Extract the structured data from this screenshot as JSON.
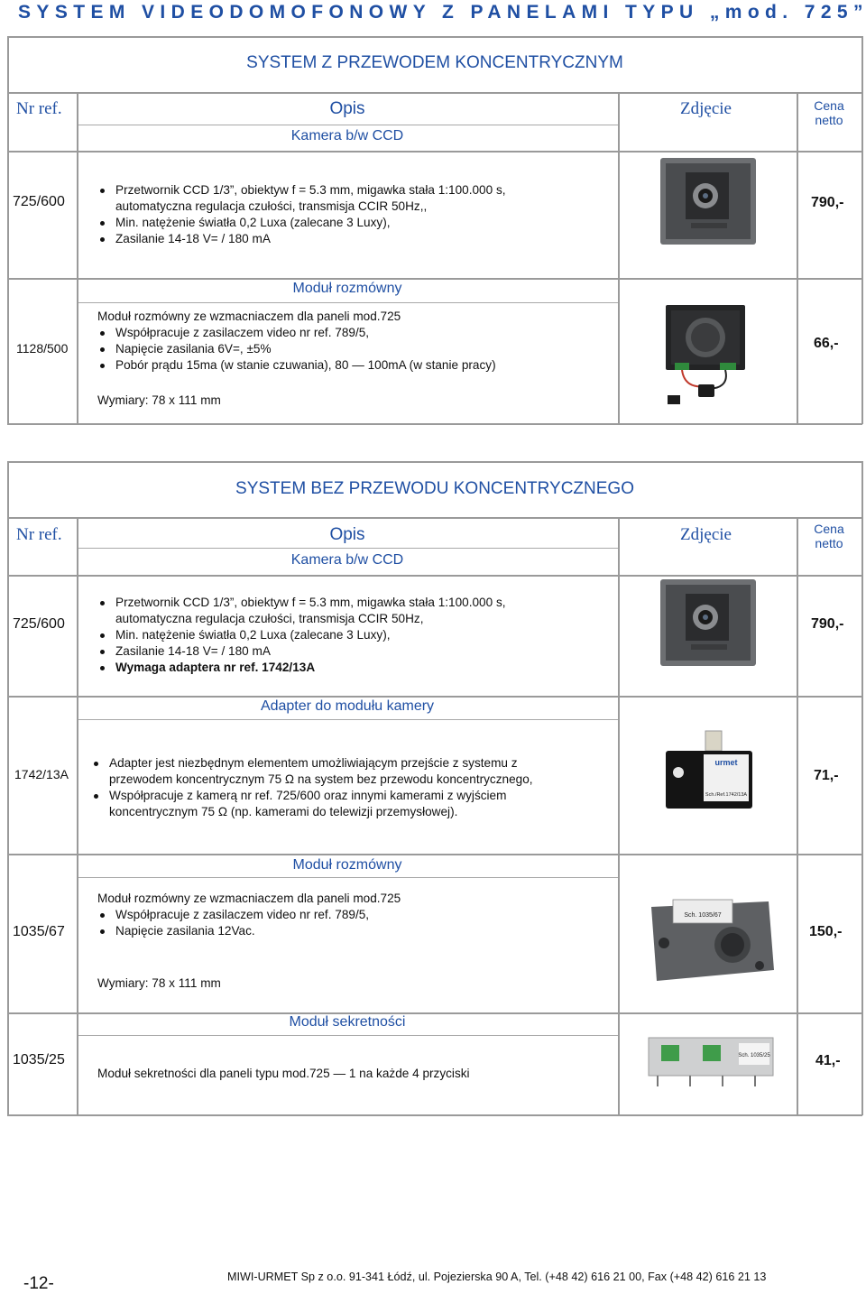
{
  "page_title": "SYSTEM VIDEODOMOFONOWY Z PANELAMI TYPU „mod. 725”",
  "table_headers": {
    "nr_ref": "Nr ref.",
    "opis": "Opis",
    "zdjecie": "Zdjęcie",
    "cena_line1": "Cena",
    "cena_line2": "netto"
  },
  "section1": {
    "title": "SYSTEM Z PRZEWODEM KONCENTRYCZNYM",
    "camera": {
      "subheader": "Kamera b/w CCD",
      "ref": "725/600",
      "bullets": [
        "Przetwornik CCD 1/3”, obiektyw f = 5.3 mm, migawka stała 1:100.000 s,",
        "Min. natężenie światła 0,2 Luxa (zalecane 3 Luxy),",
        "Zasilanie 14-18 V= / 180 mA"
      ],
      "bullet1_cont": "automatyczna regulacja czułości, transmisja CCIR 50Hz,,",
      "price": "790,-"
    },
    "speech_module": {
      "subheader": "Moduł rozmówny",
      "ref": "1128/500",
      "intro": "Moduł rozmówny ze wzmacniaczem dla paneli mod.725",
      "bullets": [
        "Współpracuje z zasilaczem video nr ref. 789/5,",
        "Napięcie zasilania 6V=, ±5%",
        "Pobór prądu 15ma (w stanie czuwania), 80 — 100mA (w stanie pracy)"
      ],
      "dimensions": "Wymiary: 78 x 111 mm",
      "price": "66,-"
    }
  },
  "section2": {
    "title": "SYSTEM BEZ PRZEWODU KONCENTRYCZNEGO",
    "camera": {
      "subheader": "Kamera b/w CCD",
      "ref": "725/600",
      "bullets": [
        "Przetwornik CCD 1/3”, obiektyw f = 5.3 mm, migawka stała 1:100.000 s,",
        "Min. natężenie światła 0,2 Luxa (zalecane 3 Luxy),",
        "Zasilanie 14-18 V= / 180 mA",
        "Wymaga adaptera nr ref. 1742/13A"
      ],
      "bullet1_cont": "automatyczna regulacja czułości, transmisja CCIR 50Hz,",
      "price": "790,-"
    },
    "adapter": {
      "subheader": "Adapter do modułu kamery",
      "ref": "1742/13A",
      "bullets": [
        "Adapter jest niezbędnym elementem umożliwiającym przejście z systemu z",
        "Współpracuje z kamerą nr ref. 725/600 oraz innymi kamerami z wyjściem"
      ],
      "bullet1_cont": "przewodem koncentrycznym 75 Ω na system bez przewodu koncentrycznego,",
      "bullet2_cont": "koncentrycznym 75 Ω (np. kamerami do telewizji przemysłowej).",
      "device_brand": "urmet",
      "device_label": "Sch./Ref.1742/13A",
      "price": "71,-"
    },
    "speech_module": {
      "subheader": "Moduł rozmówny",
      "ref": "1035/67",
      "intro": "Moduł rozmówny ze wzmacniaczem dla paneli mod.725",
      "bullets": [
        "Współpracuje z zasilaczem video nr ref. 789/5,",
        "Napięcie zasilania 12Vac."
      ],
      "dimensions": "Wymiary: 78 x 111 mm",
      "device_label": "Sch. 1035/67",
      "price": "150,-"
    },
    "secret_module": {
      "subheader": "Moduł sekretności",
      "ref": "1035/25",
      "description": "Moduł sekretności dla paneli typu mod.725 — 1 na każde 4 przyciski",
      "device_label": "Sch. 1035/25",
      "price": "41,-"
    }
  },
  "footer": {
    "page_number": "-12-",
    "company": "MIWI-URMET Sp z o.o. 91-341 Łódź, ul. Pojezierska 90 A, Tel. (+48 42) 616 21 00, Fax (+48 42) 616 21 13"
  },
  "colors": {
    "accent": "#1f4fa3",
    "grid": "#9a9a9a"
  },
  "icons": [
    "camera-module-photo",
    "speech-module-photo",
    "adapter-photo",
    "secret-module-photo"
  ]
}
